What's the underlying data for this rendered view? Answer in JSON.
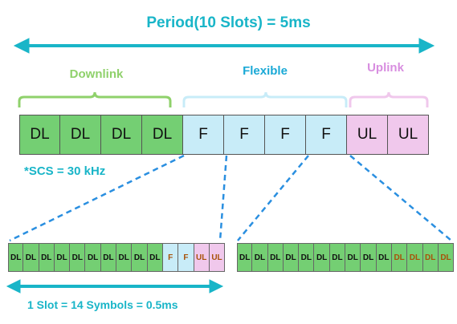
{
  "title": "Period(10 Slots) = 5ms",
  "groups": {
    "downlink": {
      "label": "Downlink",
      "color": "#8fd16b"
    },
    "flexible": {
      "label": "Flexible",
      "color": "#1aa9d6"
    },
    "uplink": {
      "label": "Uplink",
      "color": "#d88ee0"
    }
  },
  "slots": [
    {
      "label": "DL",
      "type": "dl"
    },
    {
      "label": "DL",
      "type": "dl"
    },
    {
      "label": "DL",
      "type": "dl"
    },
    {
      "label": "DL",
      "type": "dl"
    },
    {
      "label": "F",
      "type": "fl"
    },
    {
      "label": "F",
      "type": "fl"
    },
    {
      "label": "F",
      "type": "fl"
    },
    {
      "label": "F",
      "type": "fl"
    },
    {
      "label": "UL",
      "type": "ul"
    },
    {
      "label": "UL",
      "type": "ul"
    }
  ],
  "scs_note": "*SCS = 30 kHz",
  "left_symbols": [
    {
      "label": "DL",
      "type": "dl"
    },
    {
      "label": "DL",
      "type": "dl"
    },
    {
      "label": "DL",
      "type": "dl"
    },
    {
      "label": "DL",
      "type": "dl"
    },
    {
      "label": "DL",
      "type": "dl"
    },
    {
      "label": "DL",
      "type": "dl"
    },
    {
      "label": "DL",
      "type": "dl"
    },
    {
      "label": "DL",
      "type": "dl"
    },
    {
      "label": "DL",
      "type": "dl"
    },
    {
      "label": "DL",
      "type": "dl"
    },
    {
      "label": "F",
      "type": "fl"
    },
    {
      "label": "F",
      "type": "fl"
    },
    {
      "label": "UL",
      "type": "ul"
    },
    {
      "label": "UL",
      "type": "ul"
    }
  ],
  "right_symbols": [
    {
      "label": "DL",
      "type": "dl"
    },
    {
      "label": "DL",
      "type": "dl"
    },
    {
      "label": "DL",
      "type": "dl"
    },
    {
      "label": "DL",
      "type": "dl"
    },
    {
      "label": "DL",
      "type": "dl"
    },
    {
      "label": "DL",
      "type": "dl"
    },
    {
      "label": "DL",
      "type": "dl"
    },
    {
      "label": "DL",
      "type": "dl"
    },
    {
      "label": "DL",
      "type": "dl"
    },
    {
      "label": "DL",
      "type": "dl"
    },
    {
      "label": "DL",
      "type": "ul2"
    },
    {
      "label": "DL",
      "type": "ul2"
    },
    {
      "label": "DL",
      "type": "ul2"
    },
    {
      "label": "DL",
      "type": "ul2"
    }
  ],
  "slot_note": "1 Slot = 14 Symbols = 0.5ms"
}
